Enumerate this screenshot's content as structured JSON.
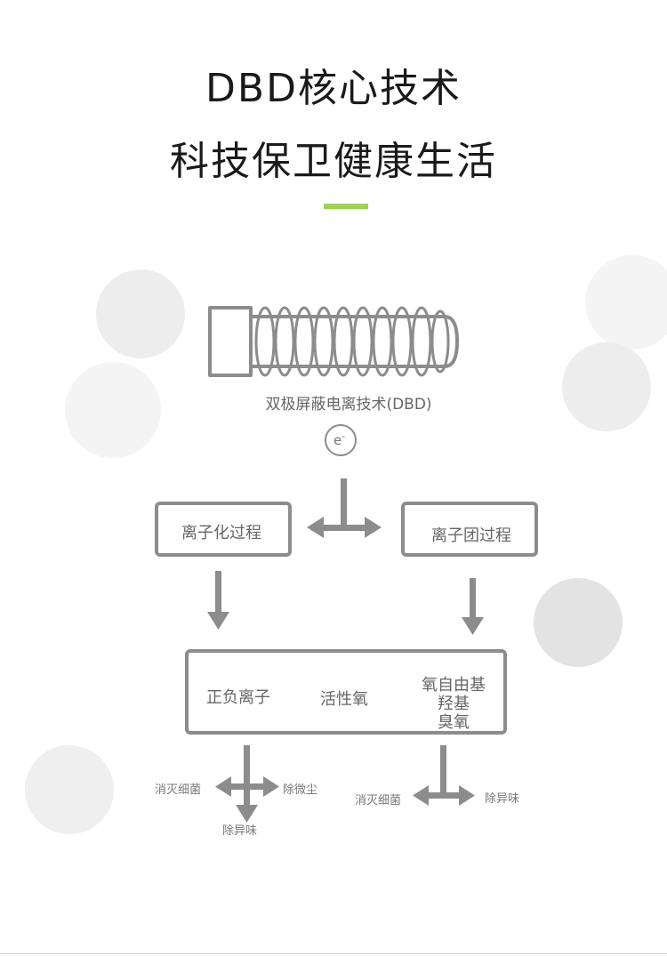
{
  "header": {
    "title_line1": "DBD核心技术",
    "title_line2": "科技保卫健康生活",
    "accent_color": "#9ed15a"
  },
  "device": {
    "caption": "双极屏蔽电离技术(DBD)",
    "electron_symbol": "e",
    "electron_charge": "-"
  },
  "processes": {
    "left": "离子化过程",
    "right": "离子团过程"
  },
  "products": {
    "item1": "正负离子",
    "item2": "活性氧",
    "item3_lines": [
      "氧自由基",
      "羟基",
      "臭氧"
    ]
  },
  "effects_left": {
    "left": "消灭细菌",
    "right": "除微尘",
    "bottom": "除异味"
  },
  "effects_right": {
    "left": "消灭细菌",
    "right": "除异味"
  },
  "colors": {
    "line": "#8c8c8c",
    "circle_light": "#f1f1f1",
    "circle_mid": "#e4e4e4"
  }
}
